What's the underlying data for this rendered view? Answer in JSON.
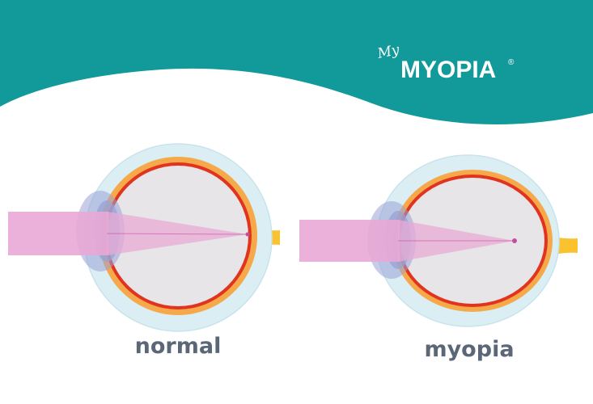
{
  "brand": {
    "prefix": "My",
    "name": "MYOPIA",
    "registered": "®"
  },
  "panels": [
    {
      "label": "normal",
      "focus": "on retina"
    },
    {
      "label": "myopia",
      "focus": "in front of retina"
    }
  ],
  "colors": {
    "banner": "#12999a",
    "light_beam": "#e9a9d6",
    "cornea": "#9aa3d6",
    "sclera": "#f6a94a",
    "retina": "#e0341f",
    "outer_shell": "#dbeef4",
    "vitreous": "#e7e5e8",
    "optic_nerve": "#f9c22e",
    "focal_point": "#c64ca0",
    "label_text": "#5b6776"
  }
}
